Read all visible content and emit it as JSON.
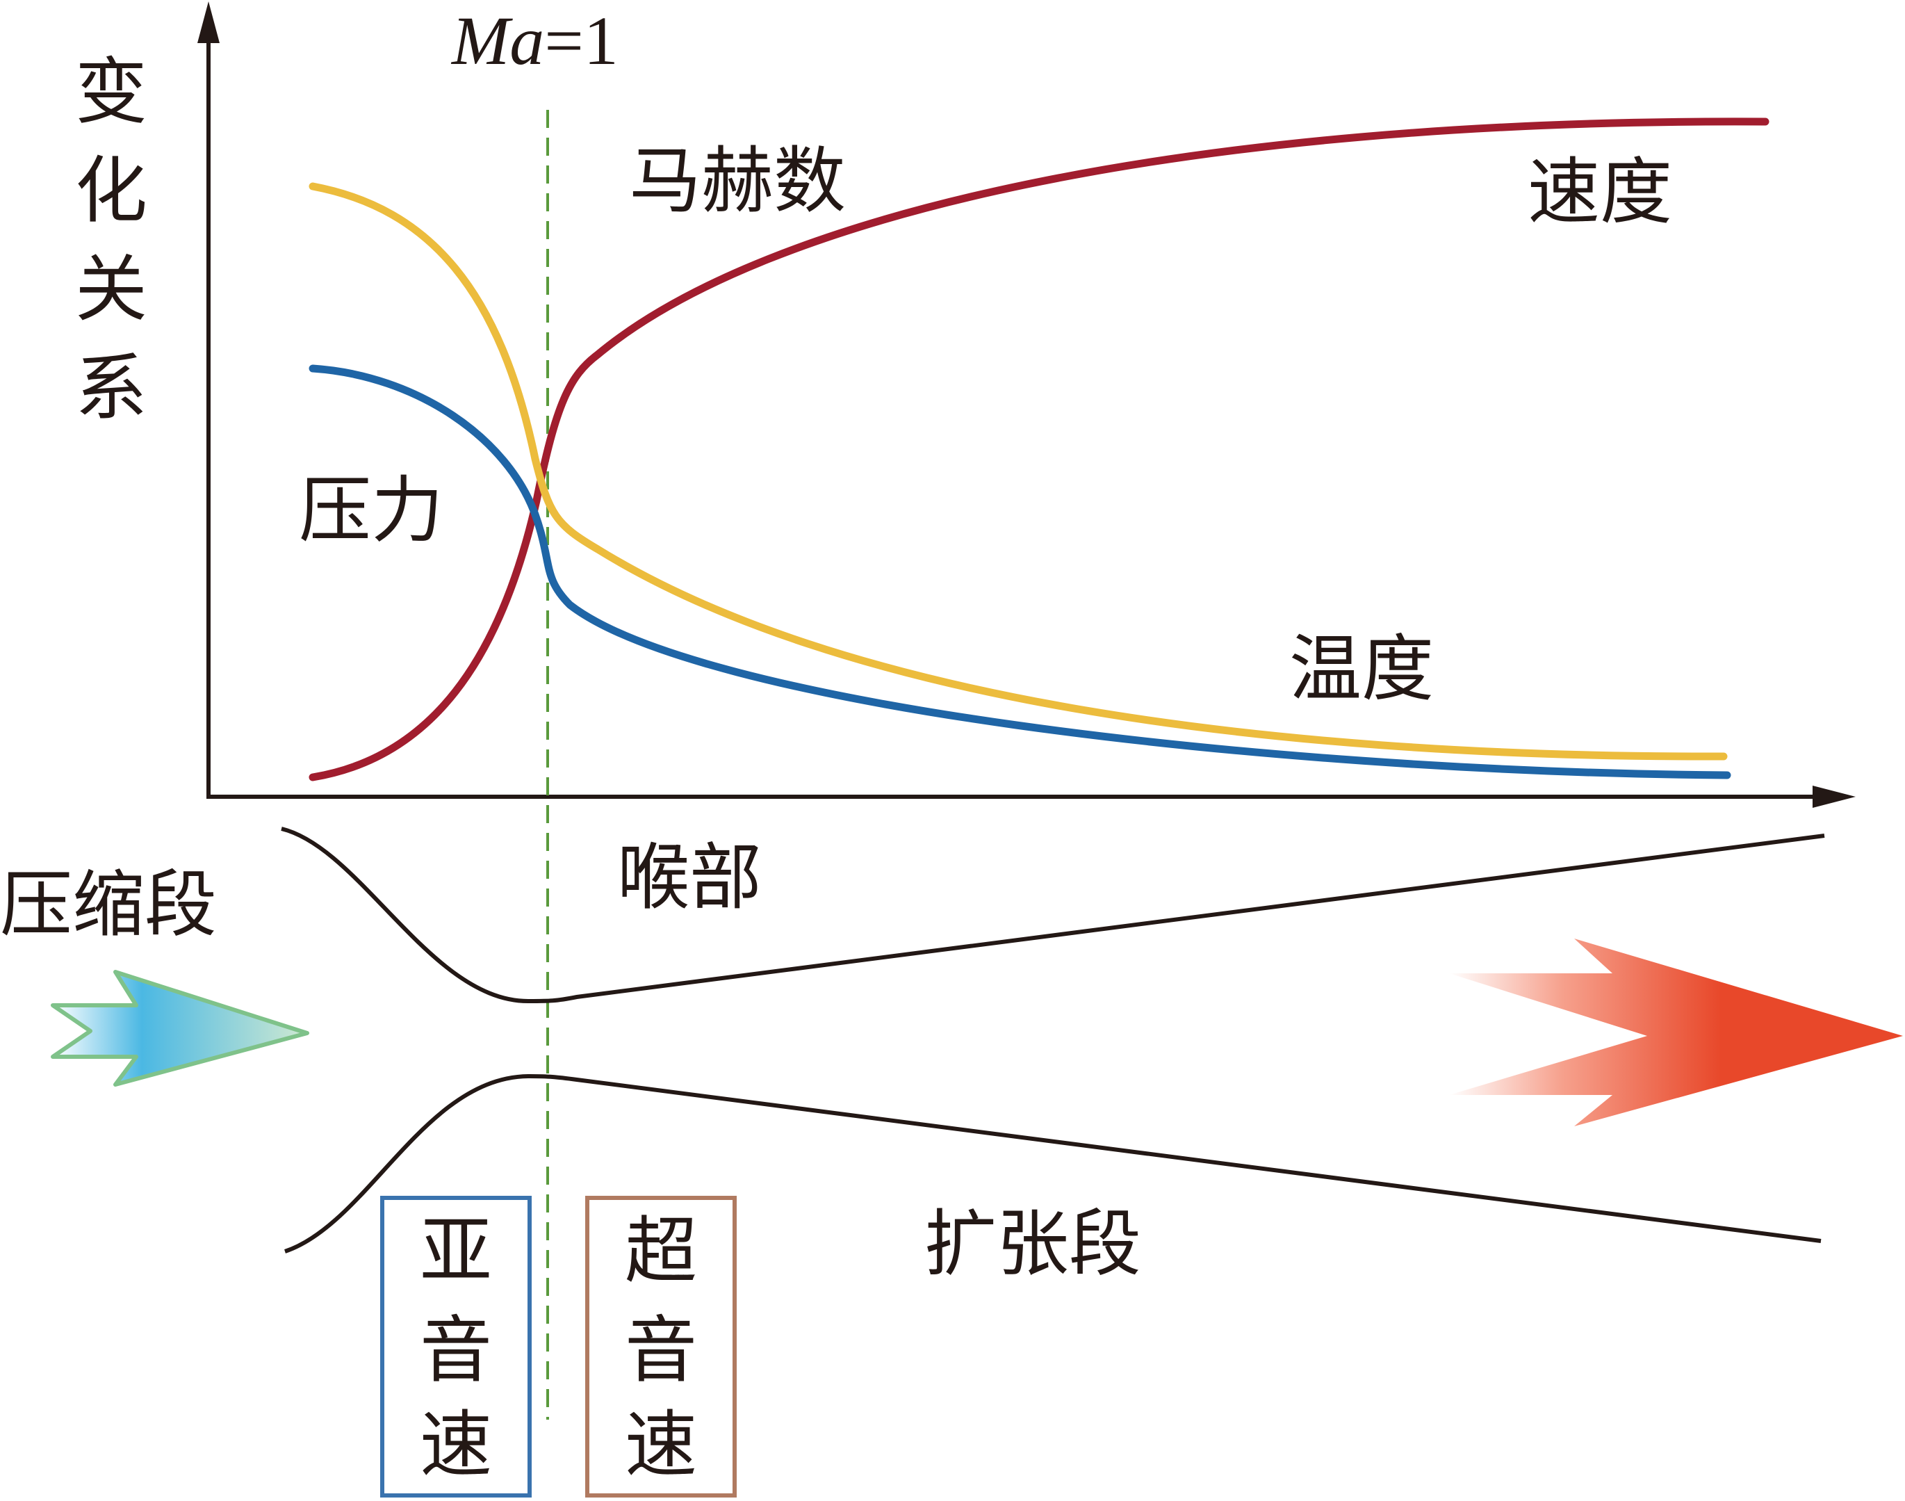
{
  "diagram": {
    "y_axis_label": [
      "变",
      "化",
      "关",
      "系"
    ],
    "ma_label": {
      "italic": "Ma",
      "rest": "=1"
    },
    "curves": {
      "mach": "马赫数",
      "velocity": "速度",
      "pressure": "压力",
      "temperature": "温度"
    },
    "nozzle": {
      "throat": "喉部",
      "converging": "压缩段",
      "diverging": "扩张段"
    },
    "regions": {
      "subsonic": [
        "亚",
        "音",
        "速"
      ],
      "supersonic": [
        "超",
        "音",
        "速"
      ]
    },
    "colors": {
      "mach_velocity": "#a11d2e",
      "temperature": "#ecbc3d",
      "pressure": "#1f65a6",
      "axis": "#231815",
      "throat_line": "#5a9a3c",
      "subsonic_box": "#3a73ae",
      "supersonic_box": "#b07a60",
      "inlet_arrow": "#4bb8e3",
      "outlet_arrow": "#e8482a"
    }
  }
}
